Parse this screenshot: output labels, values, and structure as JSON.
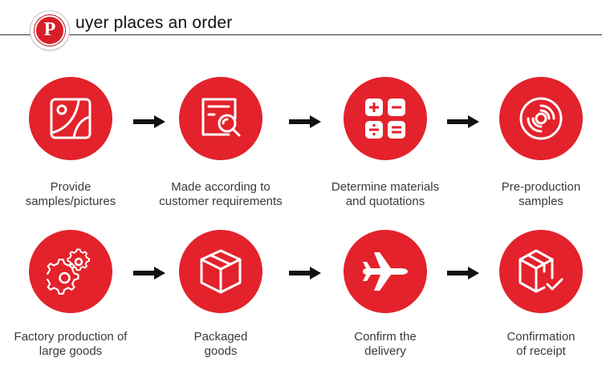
{
  "header": {
    "badge_letter": "P",
    "title": "uyer places an order"
  },
  "steps": [
    {
      "line1": "Provide",
      "line2": "samples/pictures",
      "icon": "picture-icon"
    },
    {
      "line1": "Made according to",
      "line2": "customer requirements",
      "icon": "document-search-icon"
    },
    {
      "line1": "Determine materials",
      "line2": "and quotations",
      "icon": "calculator-icon"
    },
    {
      "line1": "Pre-production",
      "line2": "samples",
      "icon": "disc-icon"
    },
    {
      "line1": "Factory production of",
      "line2": "large goods",
      "icon": "gears-icon"
    },
    {
      "line1": "Packaged",
      "line2": "goods",
      "icon": "box-icon"
    },
    {
      "line1": "Confirm the",
      "line2": "delivery",
      "icon": "airplane-icon"
    },
    {
      "line1": "Confirmation",
      "line2": "of receipt",
      "icon": "box-check-icon"
    }
  ],
  "colors": {
    "accent": "#e3222b",
    "arrow": "#111111",
    "text": "#3a3a3a"
  }
}
